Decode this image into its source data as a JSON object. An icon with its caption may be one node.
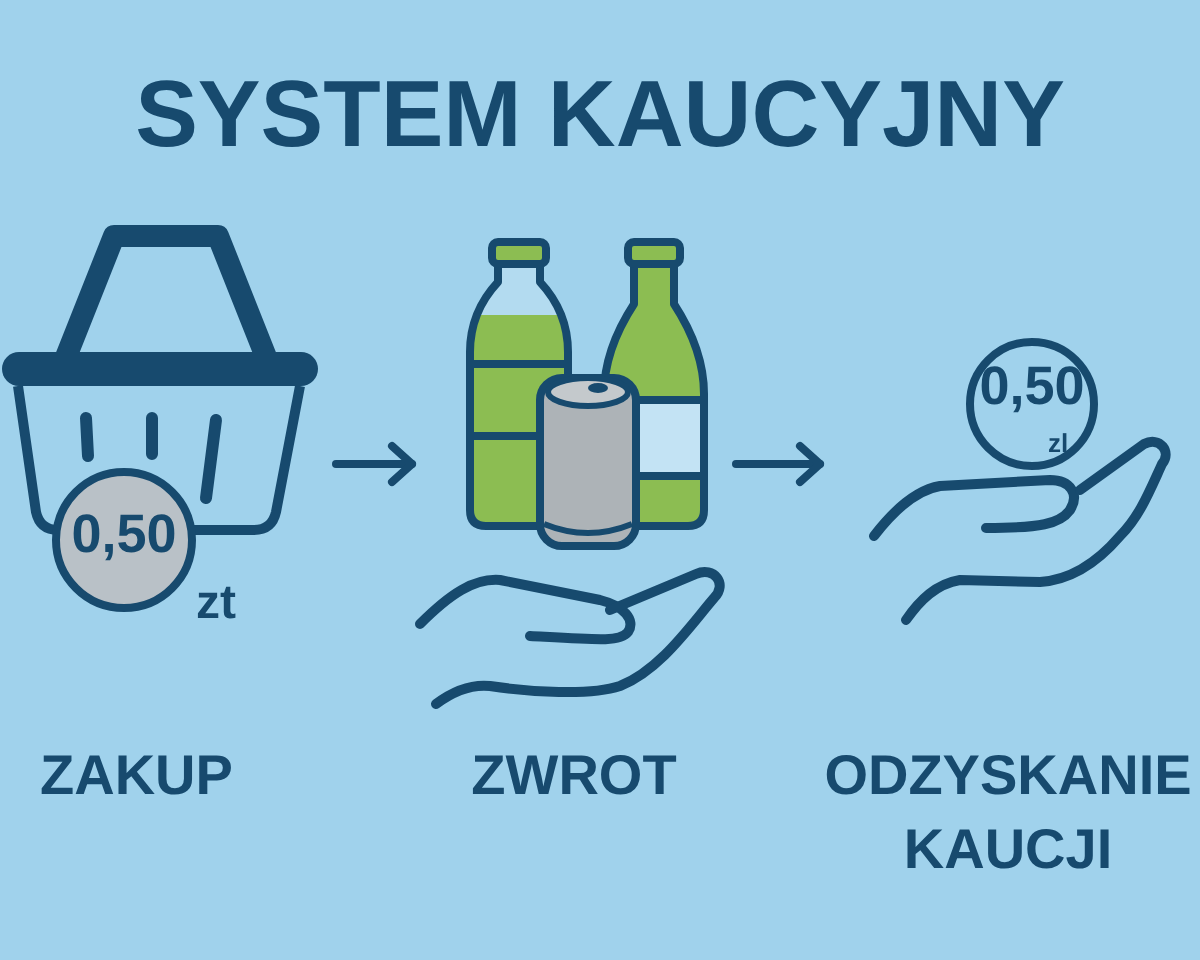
{
  "diagram": {
    "title": "SYSTEM KAUCYJNY",
    "nodes": [
      {
        "text": [
          "ZAKUP"
        ]
      },
      {
        "text": [
          "0,50"
        ],
        "beside": [
          "zt"
        ],
        "in": 0
      },
      {
        "text": [
          "ZWROT"
        ]
      },
      {
        "text": [
          "ODZYSKANIE KAUCJI"
        ]
      },
      {
        "text": [
          "0,50",
          "zl"
        ],
        "in": 3
      }
    ],
    "edges": [
      {
        "from": 0,
        "to": 2,
        "arrow": "to"
      },
      {
        "from": 2,
        "to": 3,
        "arrow": "to"
      }
    ]
  }
}
